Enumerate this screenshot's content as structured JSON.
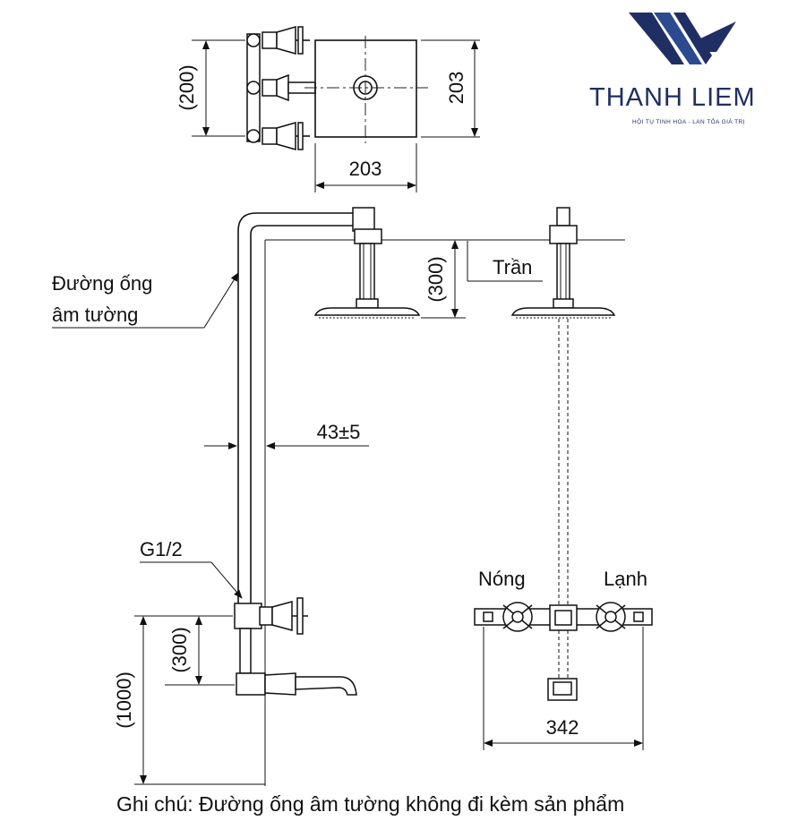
{
  "brand": {
    "name": "THANH LIEM",
    "tagline": "HỘI TỤ TINH HOA - LAN TỎA GIÁ TRỊ",
    "colors": {
      "primary": "#1f2f63",
      "accent": "#2b4a8f"
    }
  },
  "dimensions": {
    "top_height": "(200)",
    "panel_height": "203",
    "panel_width": "203",
    "ceiling_drop": "(300)",
    "wall_offset": "43±5",
    "valve_spacing": "(300)",
    "valve_height": "(1000)",
    "front_width": "342"
  },
  "labels": {
    "pipe_line1": "Đường ống",
    "pipe_line2": "âm tường",
    "ceiling": "Trần",
    "thread": "G1/2",
    "hot": "Nóng",
    "cold": "Lạnh"
  },
  "note": "Ghi chú: Đường ống âm tường không đi kèm sản phẩm"
}
